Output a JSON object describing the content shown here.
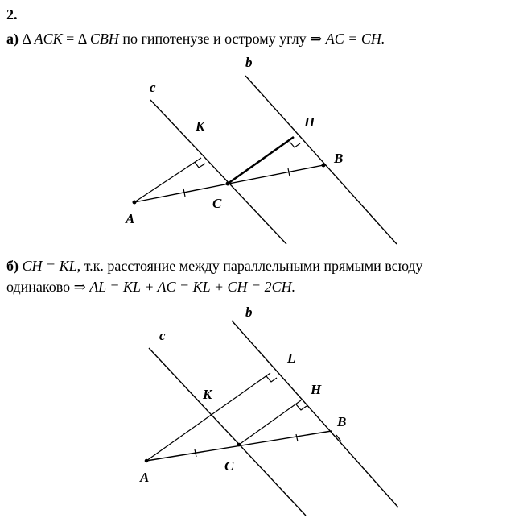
{
  "problem_number": "2.",
  "part_a": {
    "label": "а)",
    "text_1": " Δ ",
    "tri1": "ACK",
    "text_2": " = Δ ",
    "tri2": "CBH",
    "text_3": " по гипотенузе и острому углу ⇒ ",
    "result": "AC = CH."
  },
  "part_b": {
    "label": "б)",
    "eq": "CH = KL",
    "line1_text": ", т.к. расстояние между параллельными прямыми всюду",
    "line2_text": "одинаково ⇒ ",
    "line2_eq": "AL = KL + AC = KL + CH = 2CH."
  },
  "figure_a": {
    "points": {
      "c": "c",
      "b": "b",
      "K": "K",
      "H": "H",
      "B": "B",
      "A": "A",
      "C": "C"
    }
  },
  "figure_b": {
    "points": {
      "c": "c",
      "b": "b",
      "L": "L",
      "K": "K",
      "H": "H",
      "B": "B",
      "A": "A",
      "C": "C"
    }
  }
}
